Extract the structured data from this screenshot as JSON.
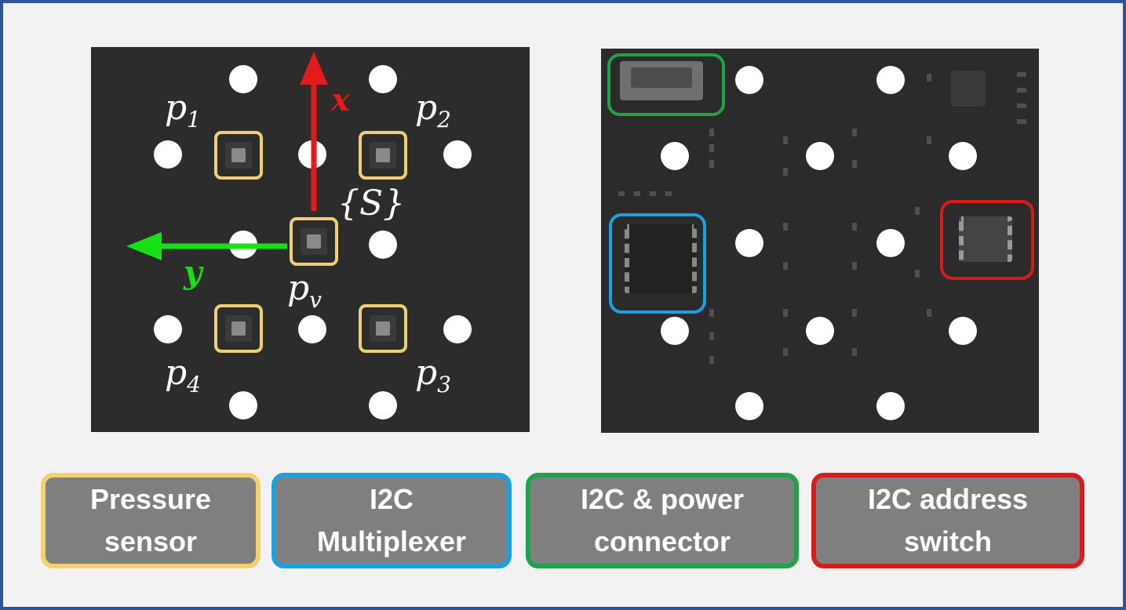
{
  "left_board": {
    "sensor_labels": {
      "p1": {
        "base": "p",
        "sub": "1"
      },
      "p2": {
        "base": "p",
        "sub": "2"
      },
      "p3": {
        "base": "p",
        "sub": "3"
      },
      "p4": {
        "base": "p",
        "sub": "4"
      },
      "pv": {
        "base": "p",
        "sub": "v"
      }
    },
    "x_axis_label": "x",
    "y_axis_label": "y",
    "frame_label": "{S}",
    "colors": {
      "x_axis": "#e31b1b",
      "y_axis": "#16e016",
      "sensor_outline": "#f0cf72"
    }
  },
  "right_board": {
    "highlight_colors": {
      "connector": "#1fa34a",
      "multiplexer": "#1ba1e2",
      "address_switch": "#d81b1b"
    }
  },
  "legend": [
    {
      "line1": "Pressure",
      "line2": "sensor",
      "color": "#f5d16d"
    },
    {
      "line1": "I2C",
      "line2": "Multiplexer",
      "color": "#1ba1e2"
    },
    {
      "line1": "I2C & power",
      "line2": "connector",
      "color": "#1fa34a"
    },
    {
      "line1": "I2C address",
      "line2": "switch",
      "color": "#d81b1b"
    }
  ]
}
